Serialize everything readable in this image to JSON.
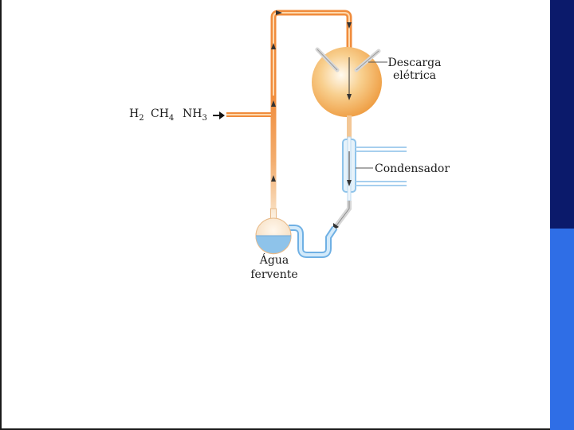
{
  "labels": {
    "h2": "H",
    "h2_sub": "2",
    "ch4": "CH",
    "ch4_sub": "4",
    "nh3": "NH",
    "nh3_sub": "3",
    "discharge_line1": "Descarga",
    "discharge_line2": "elétrica",
    "condenser": "Condensador",
    "water_line1": "Água",
    "water_line2": "fervente"
  },
  "colors": {
    "tube_orange": "#f08c3c",
    "tube_pale": "#f7d6b0",
    "sphere_orange": "#f2a34a",
    "water_blue": "#8ec3ea",
    "glass": "#e6f2fa",
    "side_dark": "#0b1a6b",
    "side_blue": "#2f6ee6"
  }
}
